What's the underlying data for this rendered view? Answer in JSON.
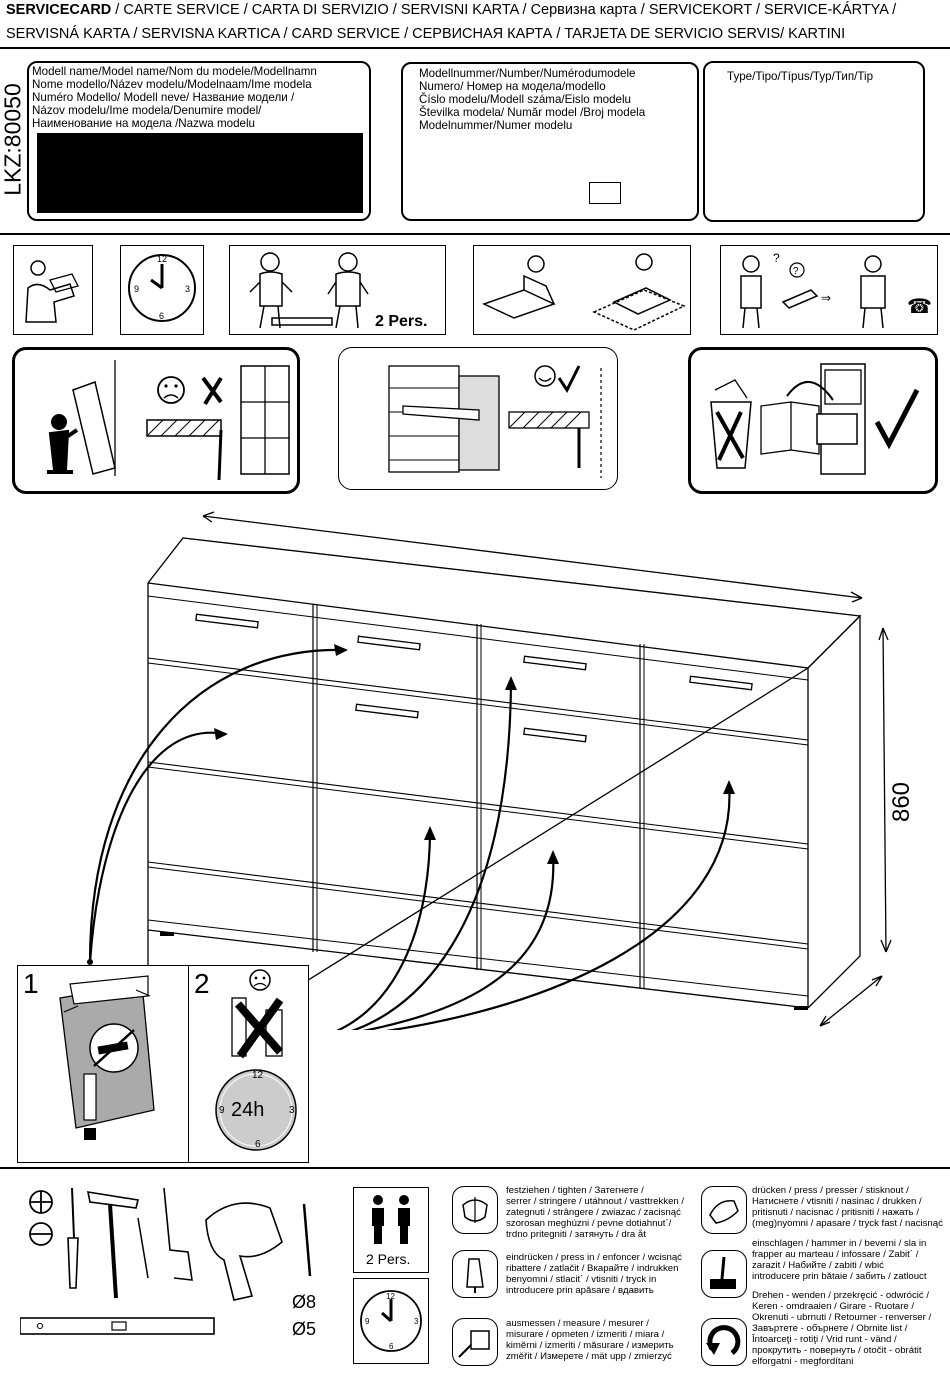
{
  "header": {
    "line1_bold": "SERVICECARD",
    "line1_rest": " / CARTE SERVICE / CARTA DI SERVIZIO / SERVISNI KARTA / Сервизна карта / SERVICEKORT / SERVICE-KÁRTYA /",
    "line2": "SERVISNÁ KARTA / SERVISNA KARTICA / CARD SERVICE / СЕРВИСНАЯ КАРТА / TARJETA DE SERVICIO SERVIS/ KARTINI"
  },
  "side_code": "LKZ:80050",
  "model_name_box": {
    "label": "Modell name/Model name/Nom du modele/Modellnamn\n Nome modello/Název modelu/Modelnaam/Ime modela\n Numéro Modello/ Modell neve/   Название модели /\n Názov modelu/Ime modela/Denumire model/\n Наименование на модела /Nazwa modelu"
  },
  "model_number_box": {
    "label": "Modellnummer/Number/Numérodumodele\nNumero/   Номер на модела/modello\nČíslo modelu/Modell száma/Eislo modelu\nŠtevilka modela/  Număr model /Broj modela\nModelnummer/Numer modelu"
  },
  "type_box": {
    "label": "Type/Tipo/Típus/Typ/Тип/Tip"
  },
  "instructions": {
    "two_persons": "2 Pers."
  },
  "dimensions": {
    "height": "860"
  },
  "steps": {
    "step1": "1",
    "step2": "2",
    "clock_label": "24h"
  },
  "clock": {
    "n12": "12",
    "n3": "3",
    "n6": "6",
    "n9": "9"
  },
  "tools": {
    "drill_8": "Ø8",
    "drill_5": "Ø5",
    "two_persons": "2 Pers."
  },
  "legend": {
    "tighten": "festziehen / tighten / Затегнете /\nserrer / stringere / utáhnout / vasttrekken /\nzategnuti / strângere / zwiazac / zacisnąć\nszorosan meghúzni / pevne dotiahnut´/\ntrdno pritegniti / затянуть / dra åt",
    "press_in": "eindrücken / press in / enfoncer / wcisnąć\nribattere / zatlačit / Вкарайте / indrukken\nbenyomni / stlacit´ / vtisniti / tryck in\nintroducere prin apăsare / вдавить",
    "measure": "ausmessen / measure / mesurer /\nmisurare / opmeten / izmeriti / miara /\nkiměrni / izmeriti / măsurare / измерить\nzměřit / Измерете / mät upp / zmierzyć",
    "press": "drücken / press / presser / stisknout /\nНатиснете / vtisniti / nasinac / drukken /\npritisnuti / nacisnac / pritisniti / нажать /\n(meg)nyomni / apasare / tryck fast / nacisnąć",
    "hammer": "einschlagen / hammer in / beverni / sla in\nfrapper au marteau / infossare / Zabit´ /\nzarazit / Набийте / zabiti / wbić\nintroducere prin bătaie / забить / zatlouct",
    "turn": "Drehen - wenden / przekręcić - odwrócić /\nKeren - omdraaien / Girare - Ruotare /\nOkrenuti - ubrnuti / Retourner - renverser /\nЗавъртете - обърнете / Obrnite list /\nÎntoarceţi - rotiţi / Vrid runt - vänd /\nпрокрутить - повернуть / otočit - obrátit\nelforgatni - megfordítani"
  }
}
